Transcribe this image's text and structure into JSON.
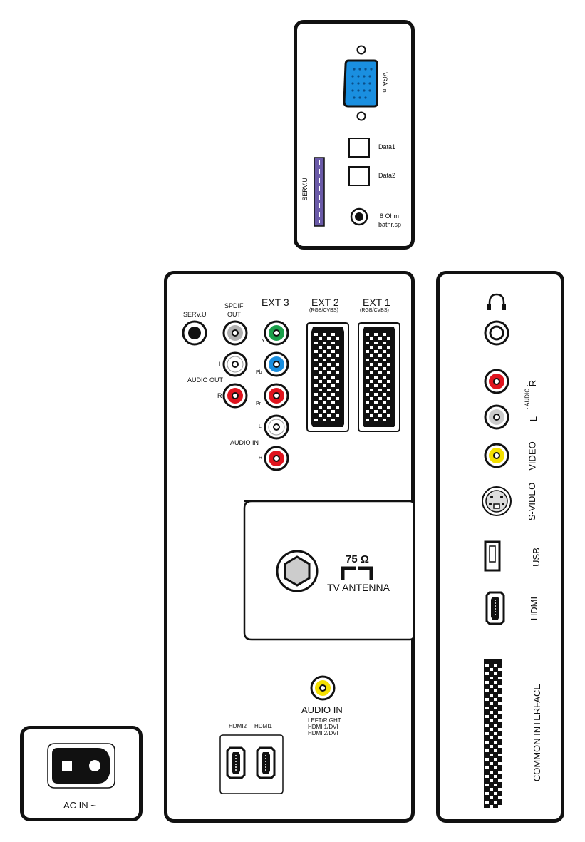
{
  "top_panel": {
    "vga_label": "VGA In",
    "data1_label": "Data1",
    "data2_label": "Data2",
    "serv_label": "SERV.U",
    "speaker_label_1": "8 Ohm",
    "speaker_label_2": "bathr.sp"
  },
  "main_panel": {
    "serv_label": "SERV.U",
    "spdif_label_1": "SPDIF",
    "spdif_label_2": "OUT",
    "ext3_label": "EXT 3",
    "ext2_label": "EXT 2",
    "ext2_sub": "(RGB/CVBS)",
    "ext1_label": "EXT 1",
    "ext1_sub": "(RGB/CVBS)",
    "audio_out_l": "L",
    "audio_out_r": "R",
    "audio_out_label": "AUDIO OUT",
    "y_label": "Y",
    "pb_label": "Pb",
    "pr_label": "Pr",
    "audio_in_l": "L",
    "audio_in_r": "R",
    "audio_in_label": "AUDIO IN",
    "antenna_ohm": "75 Ω",
    "antenna_label": "TV ANTENNA",
    "audio_in2_label": "AUDIO IN",
    "audio_in2_sub1": "LEFT/RIGHT",
    "audio_in2_sub2": "HDMI 1/DVI",
    "audio_in2_sub3": "HDMI 2/DVI",
    "hdmi2_label": "HDMI2",
    "hdmi1_label": "HDMI1"
  },
  "side_panel": {
    "headphone_icon": "headphone-icon",
    "audio_label": "- AUDIO -",
    "r_label": "R",
    "l_label": "L",
    "video_label": "VIDEO",
    "svideo_label": "S-VIDEO",
    "usb_label": "USB",
    "hdmi_label": "HDMI",
    "ci_label": "COMMON INTERFACE"
  },
  "ac_panel": {
    "ac_label": "AC IN ~"
  },
  "colors": {
    "vga_blue": "#1a8fe0",
    "serv_purple": "#6a5aa8",
    "green": "#1aa04a",
    "blue": "#1a8fe0",
    "red": "#e0141e",
    "yellow": "#f5e000",
    "white": "#ffffff",
    "grey": "#b0b0b0"
  }
}
